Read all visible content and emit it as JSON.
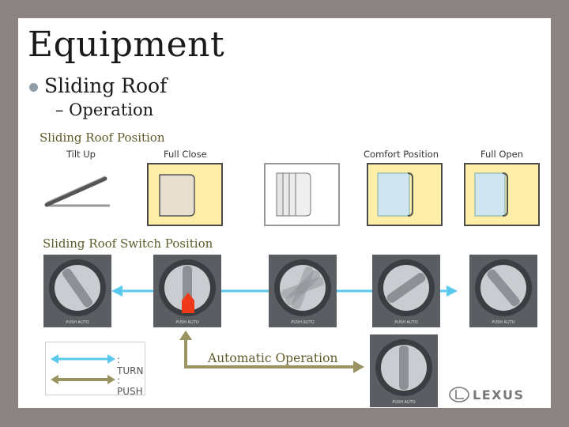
{
  "slide": {
    "title": "Equipment",
    "bullet": "Sliding Roof",
    "sub_bullet": "– Operation"
  },
  "roof_position": {
    "heading": "Sliding Roof Position",
    "labels": [
      "Tilt Up",
      "Full Close",
      "Comfort Position",
      "Full Open"
    ]
  },
  "switch_position": {
    "heading": "Sliding Roof Switch Position",
    "knob_caption": "PUSH AUTO"
  },
  "legend": {
    "turn": ": TURN",
    "push": ": PUSH"
  },
  "automatic_label": "Automatic Operation",
  "logo_text": "LEXUS",
  "colors": {
    "background": "#8c8482",
    "panel_fill": "#ffeea8",
    "turn_arrow": "#5bc8ee",
    "push_arrow": "#9c9363",
    "heading_text": "#5f5a2a",
    "push_marker": "#ee3a1a"
  }
}
